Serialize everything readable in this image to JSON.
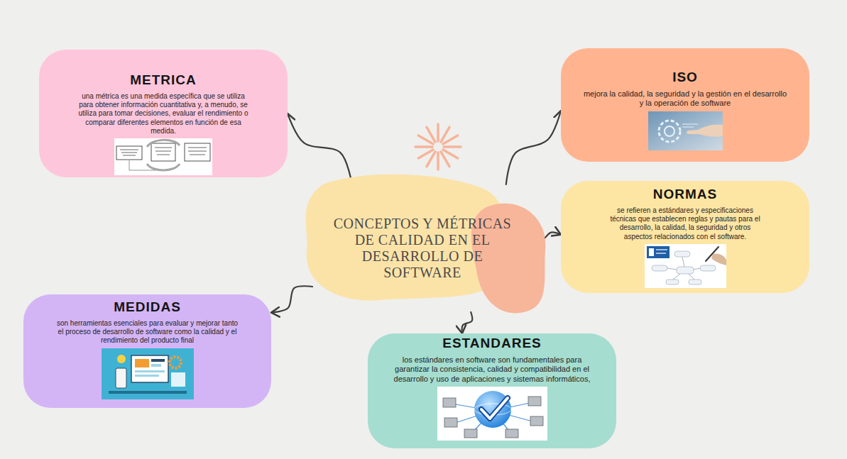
{
  "diagram": {
    "nodes": [
      {
        "text": [
          "CONCEPTOS Y MÉTRICAS DE CALIDAD EN EL DESARROLLO DE SOFTWARE"
        ]
      },
      {
        "text": [
          "METRICA",
          "una métrica es una medida específica que se utiliza para obtener información cuantitativa y, a menudo, se utiliza para tomar decisiones, evaluar el rendimiento o comparar diferentes elementos en función de esa medida."
        ]
      },
      {
        "text": [
          "ISO",
          "mejora la calidad, la seguridad y la gestión en el desarrollo y la operación de software"
        ]
      },
      {
        "text": [
          "NORMAS",
          "se refieren a estándares y especificaciones técnicas que establecen reglas y pautas para el desarrollo, la calidad, la seguridad y otros aspectos relacionados con el software."
        ]
      },
      {
        "text": [
          "MEDIDAS",
          "son herramientas esenciales para evaluar y mejorar tanto el proceso de desarrollo de software como la calidad y el rendimiento del producto final"
        ]
      },
      {
        "text": [
          "ESTANDARES",
          "los estándares en software son fundamentales para garantizar la consistencia, calidad y compatibilidad en el desarrollo y uso de aplicaciones y sistemas informáticos,"
        ]
      }
    ],
    "edges": [
      {
        "from": 0,
        "to": 1,
        "arrow": "to"
      },
      {
        "from": 0,
        "to": 2,
        "arrow": "to"
      },
      {
        "from": 0,
        "to": 3,
        "arrow": "to"
      },
      {
        "from": 0,
        "to": 4,
        "arrow": "to"
      },
      {
        "from": 0,
        "to": 5,
        "arrow": "to"
      }
    ]
  }
}
